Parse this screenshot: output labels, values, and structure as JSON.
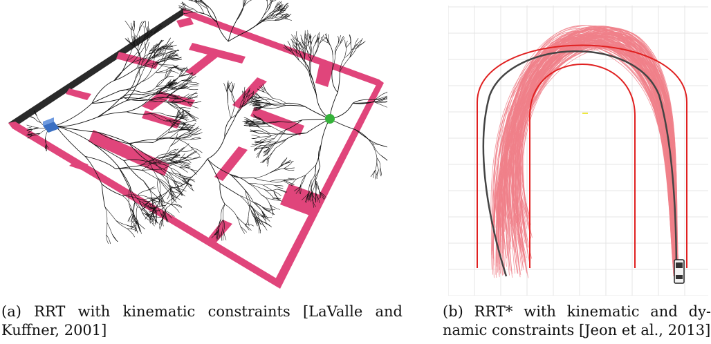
{
  "figure": {
    "panel_a": {
      "caption_line1": "(a) RRT with kinematic constraints [LaValle and",
      "caption_line2": "Kuffner, 2001]",
      "wall_color": "#e0457b",
      "tree_color": "#111111",
      "start_color": "#3a6fc2",
      "goal_color": "#35b23a"
    },
    "panel_b": {
      "caption_line1": "(b) RRT* with kinematic and dy-",
      "caption_line2": "namic constraints [Jeon et al., 2013]",
      "track_color": "#e02020",
      "traj_color": "#f0808a",
      "grid_color": "#e4e4e4"
    }
  }
}
